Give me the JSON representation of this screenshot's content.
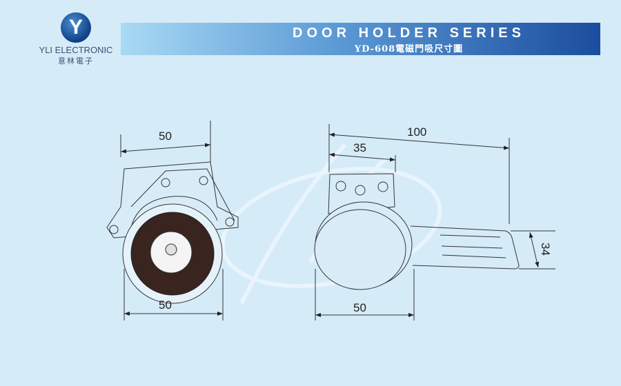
{
  "logo": {
    "mark": "Y",
    "company_en": "YLI ELECTRONIC",
    "company_cn": "意林電子"
  },
  "banner": {
    "title": "DOOR HOLDER SERIES",
    "subtitle": "YD-608電磁門吸尺寸圖"
  },
  "dimensions": {
    "front_top_width": "50",
    "front_bottom_width": "50",
    "side_total_length": "100",
    "side_bracket_width": "35",
    "side_bottom_width": "50",
    "side_plate_height": "34"
  },
  "colors": {
    "background": "#d5ebf8",
    "banner_start": "#a9daf4",
    "banner_end": "#1b4d9e"
  }
}
